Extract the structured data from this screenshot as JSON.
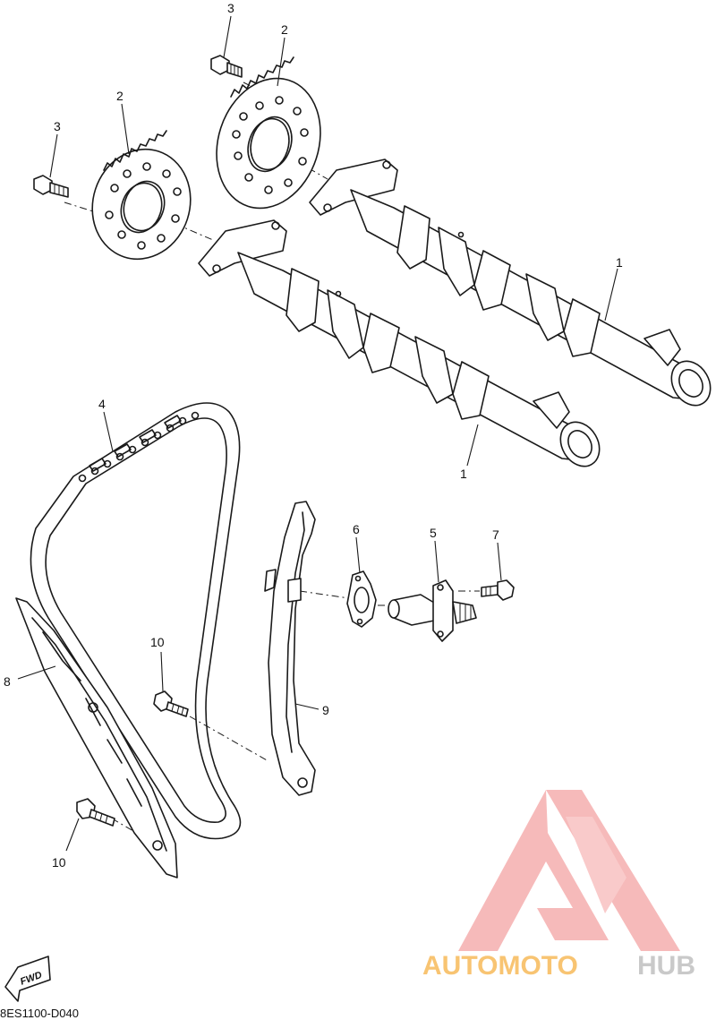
{
  "callouts": {
    "cam_upper": "1",
    "cam_lower": "1",
    "sprocket_upper": "2",
    "sprocket_lower": "2",
    "bolt_upper": "3",
    "bolt_lower": "3",
    "chain": "4",
    "tensioner": "5",
    "gasket": "6",
    "tensioner_bolt": "7",
    "chain_guide": "8",
    "tensioner_guide": "9",
    "guide_bolt_upper": "10",
    "guide_bolt_lower": "10"
  },
  "fwd_label": "FWD",
  "diagram_code": "8ES1100-D040",
  "watermark": {
    "part1": "AUTOMOTO",
    "part2": "HUB",
    "color_accent": "#f8c472",
    "color_logo": "#f4a3a3",
    "color_grey": "#c9c9c9"
  }
}
